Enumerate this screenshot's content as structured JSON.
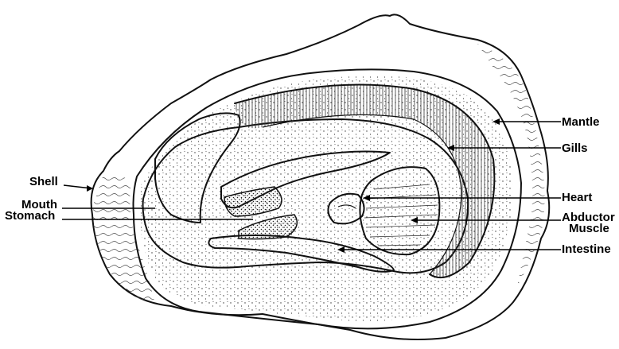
{
  "labels": {
    "shell": "Shell",
    "mouth": "Mouth",
    "stomach": "Stomach",
    "mantle": "Mantle",
    "gills": "Gills",
    "heart": "Heart",
    "abductor_line1": "Abductor",
    "abductor_line2": "Muscle",
    "intestine": "Intestine"
  }
}
